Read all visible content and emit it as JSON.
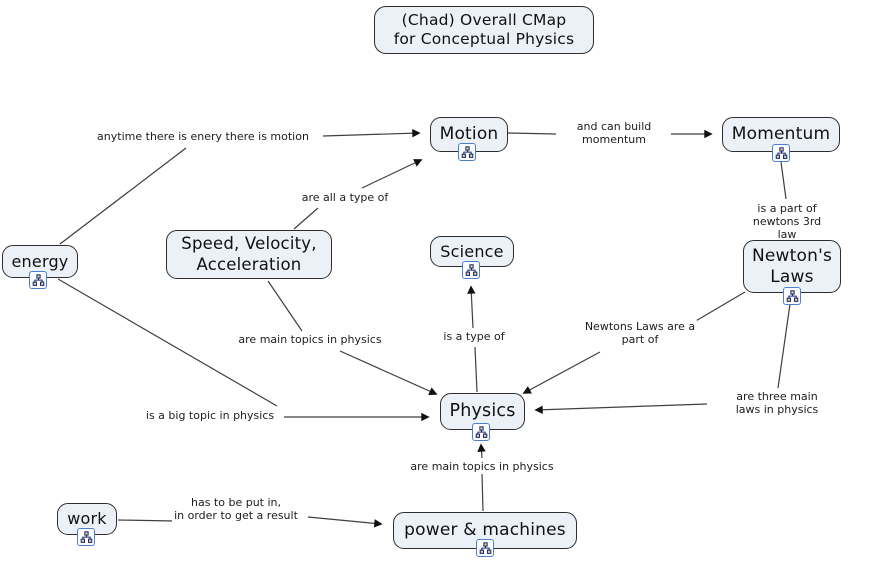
{
  "title": {
    "text": "(Chad) Overall CMap\nfor Conceptual Physics"
  },
  "nodes": [
    {
      "id": "motion",
      "label": "Motion"
    },
    {
      "id": "momentum",
      "label": "Momentum"
    },
    {
      "id": "speed-velocity-acceleration",
      "label": "Speed, Velocity,\nAcceleration"
    },
    {
      "id": "science",
      "label": "Science"
    },
    {
      "id": "newtons-laws",
      "label": "Newton's\nLaws"
    },
    {
      "id": "energy",
      "label": "energy"
    },
    {
      "id": "physics",
      "label": "Physics"
    },
    {
      "id": "work",
      "label": "work"
    },
    {
      "id": "power-machines",
      "label": "power & machines"
    }
  ],
  "edge_labels": [
    {
      "text": "anytime there is enery there is motion"
    },
    {
      "text": "and can build\nmomentum"
    },
    {
      "text": "are all a type of"
    },
    {
      "text": "is a part of newtons 3rd law"
    },
    {
      "text": "are main topics in physics"
    },
    {
      "text": "is a type of"
    },
    {
      "text": "Newtons Laws are a\npart of"
    },
    {
      "text": "is a big topic in physics"
    },
    {
      "text": "are three main\nlaws in physics"
    },
    {
      "text": "are main topics in physics"
    },
    {
      "text": "has to be put in,\nin order to get a result"
    }
  ],
  "connections": [
    {
      "from": "energy",
      "label": "anytime there is enery there is motion",
      "to": "Motion"
    },
    {
      "from": "Motion",
      "label": "and can build momentum",
      "to": "Momentum"
    },
    {
      "from": "Speed, Velocity, Acceleration",
      "label": "are all a type of",
      "to": "Motion"
    },
    {
      "from": "Momentum",
      "label": "is a part of newtons 3rd law",
      "to": "Newton's Laws"
    },
    {
      "from": "Newton's Laws",
      "label": "Newtons Laws are a part of",
      "to": "Physics"
    },
    {
      "from": "Physics",
      "label": "is a type of",
      "to": "Science"
    },
    {
      "from": "Speed, Velocity, Acceleration",
      "label": "are main topics in physics",
      "to": "Physics"
    },
    {
      "from": "energy",
      "label": "is a big topic in physics",
      "to": "Physics"
    },
    {
      "from": "Newton's Laws",
      "label": "are three main laws in physics",
      "to": "Physics"
    },
    {
      "from": "power & machines",
      "label": "are main topics in physics",
      "to": "Physics"
    },
    {
      "from": "work",
      "label": "has to be put in, in order to get a result",
      "to": "power & machines"
    }
  ],
  "icons": {
    "resource_icon": "cmap-sitemap-icon"
  },
  "colors": {
    "background": "#ffffff",
    "node_fill": "#ebf1f6",
    "node_border": "#2e2e2e",
    "connector_line": "#3f3f3f",
    "arrowhead": "#111111",
    "icon_border": "#4d7fd0",
    "text": "#111111"
  }
}
